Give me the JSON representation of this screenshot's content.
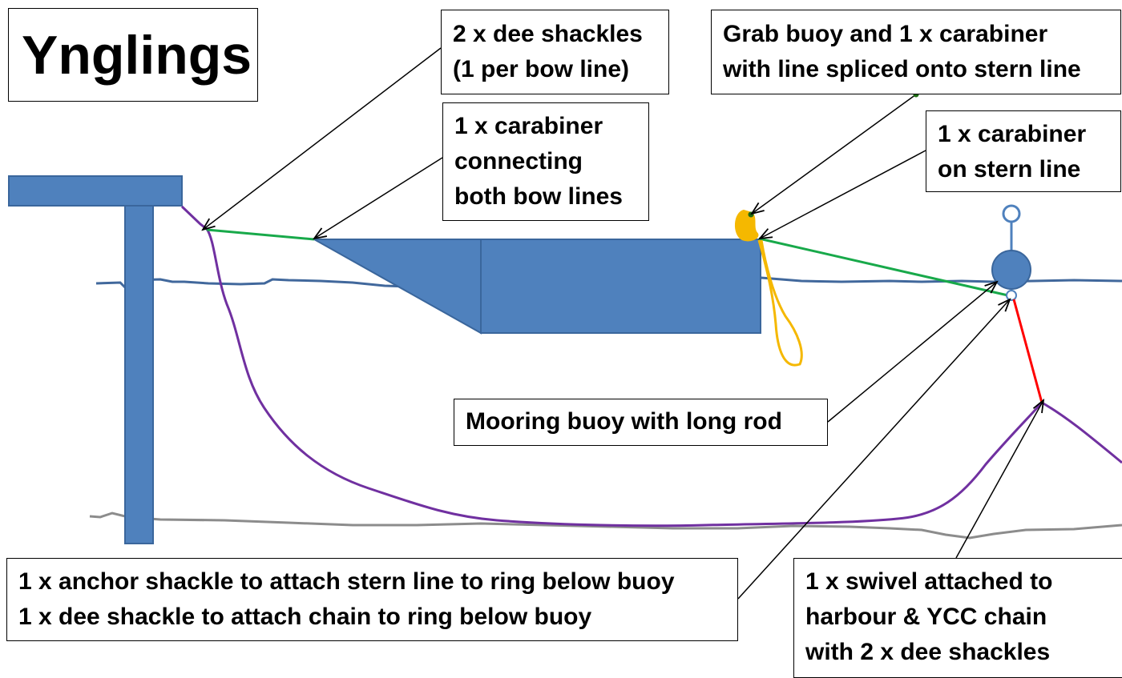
{
  "title": "Ynglings",
  "labels": {
    "dee_shackles": [
      "2 x dee shackles",
      "(1 per bow line)"
    ],
    "grab_buoy": [
      "Grab buoy and 1 x carabiner",
      "with line spliced onto stern line"
    ],
    "carabiner_bow": [
      "1 x carabiner",
      "connecting",
      "both bow lines"
    ],
    "carabiner_stern": [
      "1 x carabiner",
      "on stern line"
    ],
    "mooring_buoy": "Mooring buoy with long rod",
    "anchor_shackle": [
      "1 x anchor shackle to attach stern line to ring below buoy",
      "1 x dee shackle to attach chain to ring below buoy"
    ],
    "swivel": [
      "1 x swivel attached to",
      "harbour & YCC chain",
      "with 2 x dee shackles"
    ]
  },
  "colors": {
    "jetty_blue": "#4f81bd",
    "jetty_edge": "#3a669c",
    "water_line": "#41689c",
    "seabed_line": "#8c8c8c",
    "bow_line_green": "#18a94a",
    "stern_line_green": "#18a94a",
    "chain_purple": "#7030a0",
    "riser_red": "#ff0000",
    "grab_buoy_orange": "#f5b800",
    "arrow_black": "#000000",
    "dot_dark_green": "#1e6b12"
  }
}
